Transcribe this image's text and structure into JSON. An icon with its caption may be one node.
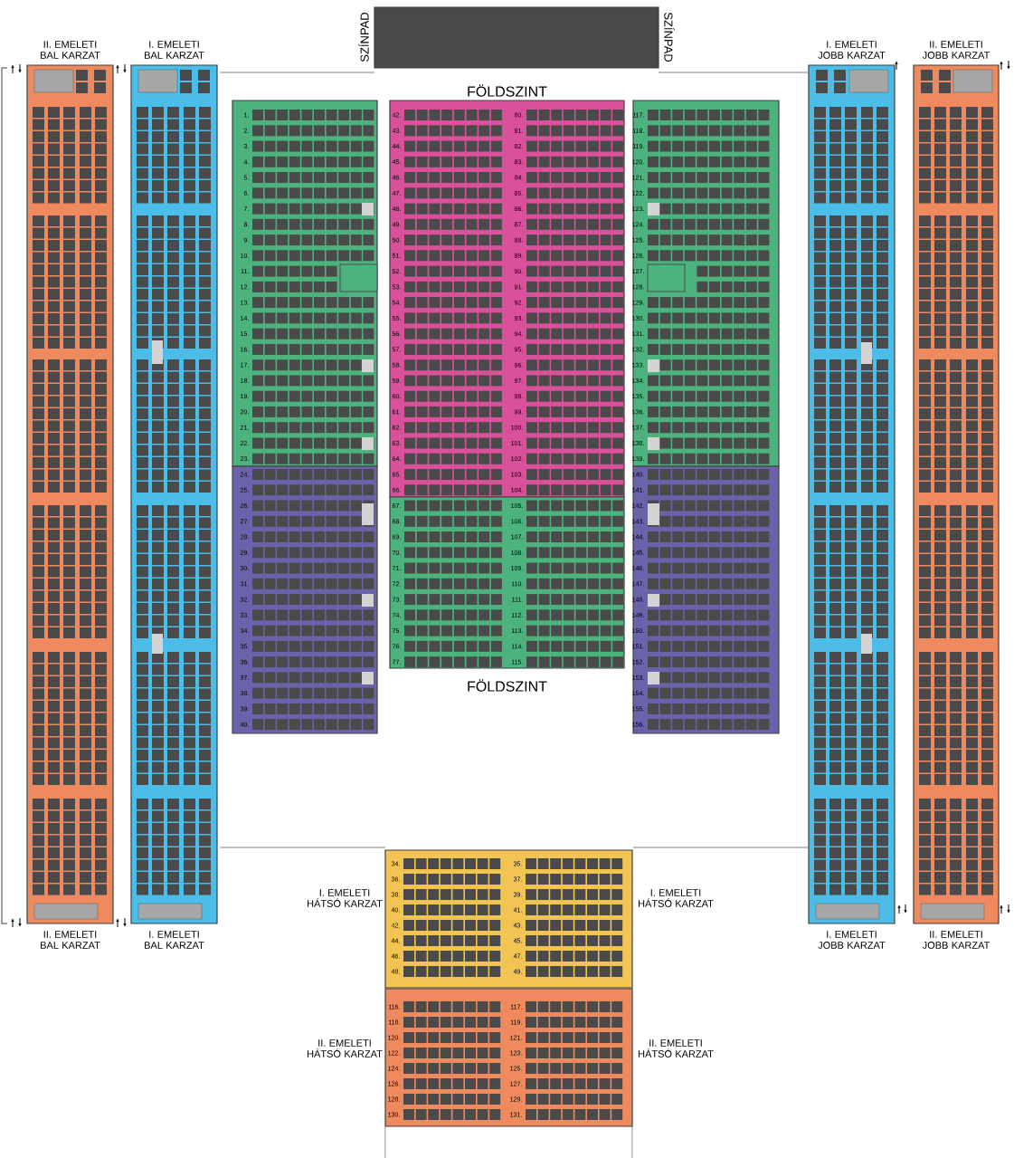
{
  "diagram": {
    "nodes": [
      {
        "text": [],
        "shape": "box",
        "beside": [
          "SZÍNPAD",
          "SZÍNPAD"
        ]
      },
      {
        "text": [
          "II. EMELETI BAL KARZAT",
          "II. EMELETI BAL KARZAT"
        ]
      },
      {
        "text": [
          "I. EMELETI BAL KARZAT",
          "I. EMELETI BAL KARZAT"
        ]
      },
      {
        "text": [
          "I. EMELETI JOBB KARZAT",
          "I. EMELETI JOBB KARZAT"
        ]
      },
      {
        "text": [
          "II. EMELETI JOBB KARZAT",
          "II. EMELETI JOBB KARZAT"
        ]
      },
      {
        "text": [
          "1.",
          "2.",
          "3.",
          "4.",
          "5.",
          "6.",
          "7.",
          "8.",
          "9.",
          "10.",
          "11.",
          "12.",
          "13.",
          "14.",
          "15.",
          "16.",
          "17.",
          "18.",
          "19.",
          "20.",
          "21.",
          "22.",
          "23."
        ]
      },
      {
        "text": [
          "24.",
          "25.",
          "26.",
          "27.",
          "28.",
          "29.",
          "30.",
          "31.",
          "32.",
          "33.",
          "34.",
          "35.",
          "36.",
          "37.",
          "38.",
          "39.",
          "40."
        ]
      },
      {
        "text": [
          "FÖLDSZINT",
          "42.",
          "43.",
          "44.",
          "45.",
          "46.",
          "47.",
          "48.",
          "49.",
          "50.",
          "51.",
          "52.",
          "53.",
          "54.",
          "55.",
          "56.",
          "57.",
          "58.",
          "59.",
          "60.",
          "61.",
          "62.",
          "63.",
          "64.",
          "65.",
          "66.",
          "80.",
          "81.",
          "82.",
          "83.",
          "84.",
          "85.",
          "86.",
          "87.",
          "88.",
          "89.",
          "90.",
          "91.",
          "92.",
          "93.",
          "94.",
          "95.",
          "96.",
          "97.",
          "98.",
          "99.",
          "100.",
          "101.",
          "102.",
          "103.",
          "104."
        ]
      },
      {
        "text": [
          "67.",
          "68.",
          "69.",
          "70.",
          "71.",
          "72.",
          "73.",
          "74.",
          "75.",
          "76.",
          "77.",
          "105.",
          "106.",
          "107.",
          "108.",
          "109.",
          "110.",
          "111.",
          "112.",
          "113.",
          "114.",
          "115.",
          "FÖLDSZINT"
        ]
      },
      {
        "text": [
          "117.",
          "118.",
          "119.",
          "120.",
          "121.",
          "122.",
          "123.",
          "124.",
          "125.",
          "126.",
          "127.",
          "128.",
          "129.",
          "130.",
          "131.",
          "132.",
          "133.",
          "134.",
          "135.",
          "136.",
          "137.",
          "138.",
          "139."
        ]
      },
      {
        "text": [
          "140.",
          "141.",
          "142.",
          "143.",
          "144.",
          "145.",
          "146.",
          "147.",
          "148.",
          "149.",
          "150.",
          "151.",
          "152.",
          "153.",
          "154.",
          "155.",
          "156."
        ]
      },
      {
        "text": [
          "34.",
          "36.",
          "38.",
          "40.",
          "42.",
          "44.",
          "46.",
          "48.",
          "35.",
          "37.",
          "39.",
          "41.",
          "43.",
          "45.",
          "47.",
          "49."
        ],
        "beside": [
          "I. EMELETI HÁTSÓ KARZAT",
          "I. EMELETI HÁTSÓ KARZAT"
        ]
      },
      {
        "text": [
          "116.",
          "118.",
          "120.",
          "122.",
          "124.",
          "126.",
          "128.",
          "130.",
          "117.",
          "119.",
          "121.",
          "123.",
          "125.",
          "127.",
          "129.",
          "131."
        ],
        "beside": [
          "II. EMELETI HÁTSÓ KARZAT",
          "II. EMELETI HÁTSÓ KARZAT"
        ]
      }
    ]
  }
}
